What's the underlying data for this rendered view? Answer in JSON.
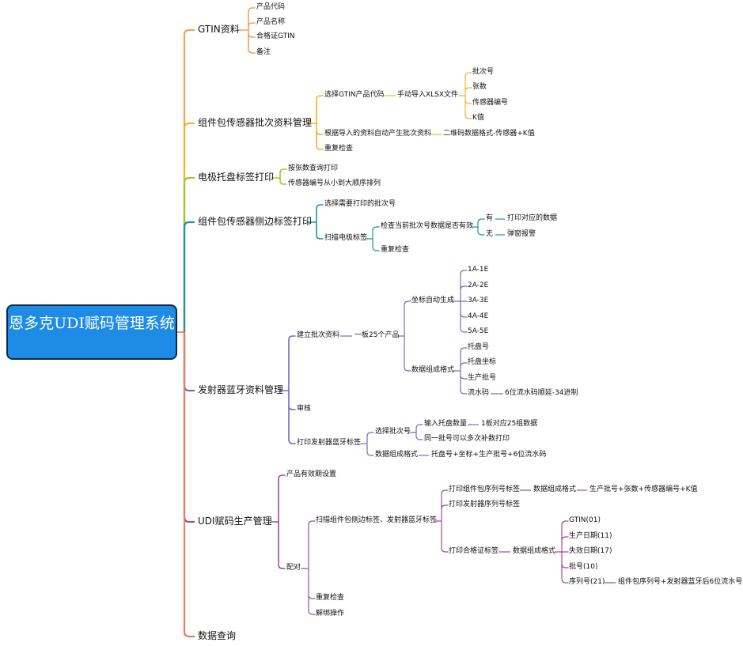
{
  "root": "恩多克UDI赋码管理系统",
  "colors": {
    "gtin": "#f4a259",
    "batch": "#f5b32a",
    "tray": "#a8c52d",
    "side": "#1f93a6",
    "ble": "#7a6cba",
    "udi": "#9a4f9c",
    "query": "#e8805c",
    "root_fill": "#1e8be6",
    "root_border": "#0c2b48",
    "trunk": "#f28e5f"
  },
  "branches": {
    "gtin": {
      "label": "GTIN资料",
      "items": [
        "产品代码",
        "产品名称",
        "合格证GTIN",
        "备注"
      ]
    },
    "batch": {
      "label": "组件包传感器批次资料管理",
      "select_gtin": "选择GTIN产品代码",
      "import_xlsx": "手动导入XLSX文件",
      "import_fields": [
        "批次号",
        "张数",
        "传感器编号",
        "K值"
      ],
      "auto_gen": "根据导入的资料自动产生批次资料",
      "qr_format": "二维码数据格式-传感器+K值",
      "recheck": "重复检查"
    },
    "tray": {
      "label": "电极托盘标签打印",
      "items": [
        "按张数查询打印",
        "传感器编号从小到大顺序排列"
      ]
    },
    "side": {
      "label": "组件包传感器侧边标签打印",
      "select_batch": "选择需要打印的批次号",
      "scan": "扫描电极标签",
      "check": "检查当前批次号数据是否有效",
      "yes": "有",
      "yes_action": "打印对应的数据",
      "no": "无",
      "no_action": "弹窗报警",
      "recheck": "重复检查"
    },
    "ble": {
      "label": "发射器蓝牙资料管理",
      "create": "建立批次资料",
      "per_board": "一板25个产品",
      "coord_auto": "坐标自动生成",
      "coords": [
        "1A-1E",
        "2A-2E",
        "3A-3E",
        "4A-4E",
        "5A-5E"
      ],
      "data_format": "数据组成格式",
      "format_items": [
        "托盘号",
        "托盘坐标",
        "生产批号",
        "流水码"
      ],
      "serial_note": "6位流水码顺延-34进制",
      "review": "审核",
      "print_label": "打印发射器蓝牙标签",
      "select_batch": "选择批次号",
      "input_count": "输入托盘数量",
      "per_board_data": "1板对应25组数据",
      "reprint": "同一批号可以多次补数打印",
      "print_format": "数据组成格式",
      "print_format_value": "托盘号+坐标+生产批号+6位流水码"
    },
    "udi": {
      "label": "UDI赋码生产管理",
      "expiry": "产品有效期设置",
      "pair": "配对",
      "scan": "扫描组件包侧边标签、发射器蓝牙标签",
      "print_pkg": "打印组件包序列号标签",
      "pkg_format": "数据组成格式",
      "pkg_format_value": "生产批号+张数+传感器编号+K值",
      "print_tx": "打印发射器序列号标签",
      "print_cert": "打印合格证标签",
      "cert_format": "数据组成格式",
      "cert_fields": [
        "GTIN(01)",
        "生产日期(11)",
        "失效日期(17)",
        "批号(10)",
        "序列号(21)"
      ],
      "serial_value": "组件包序列号+发射器蓝牙后6位流水号",
      "recheck": "重复检查",
      "unbind": "解绑操作"
    },
    "query": {
      "label": "数据查询"
    }
  }
}
